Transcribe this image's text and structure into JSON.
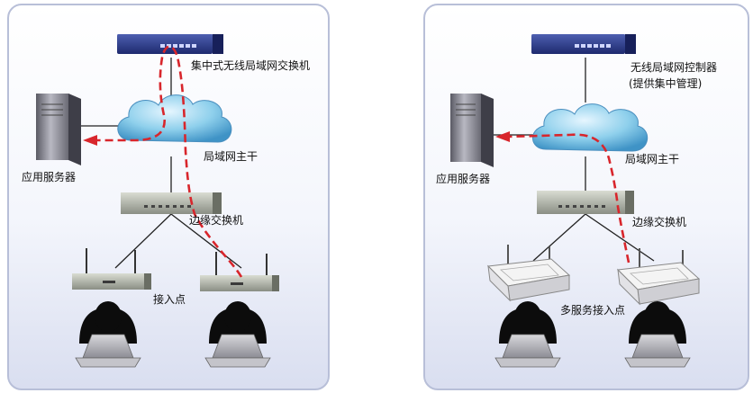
{
  "left": {
    "switch_label": "集中式无线局域网交换机",
    "backbone_label": "局域网主干",
    "server_label": "应用服务器",
    "edge_label": "边缘交换机",
    "ap_label": "接入点"
  },
  "right": {
    "controller_label": "无线局域网控制器",
    "controller_sub": "(提供集中管理)",
    "backbone_label": "局域网主干",
    "server_label": "应用服务器",
    "edge_label": "边缘交换机",
    "ap_label": "多服务接入点"
  },
  "colors": {
    "path": "#d8262c",
    "device_blue": "#2a3a8c",
    "cloud": "#5fb6dc",
    "panel_border": "#b8bfd8"
  }
}
